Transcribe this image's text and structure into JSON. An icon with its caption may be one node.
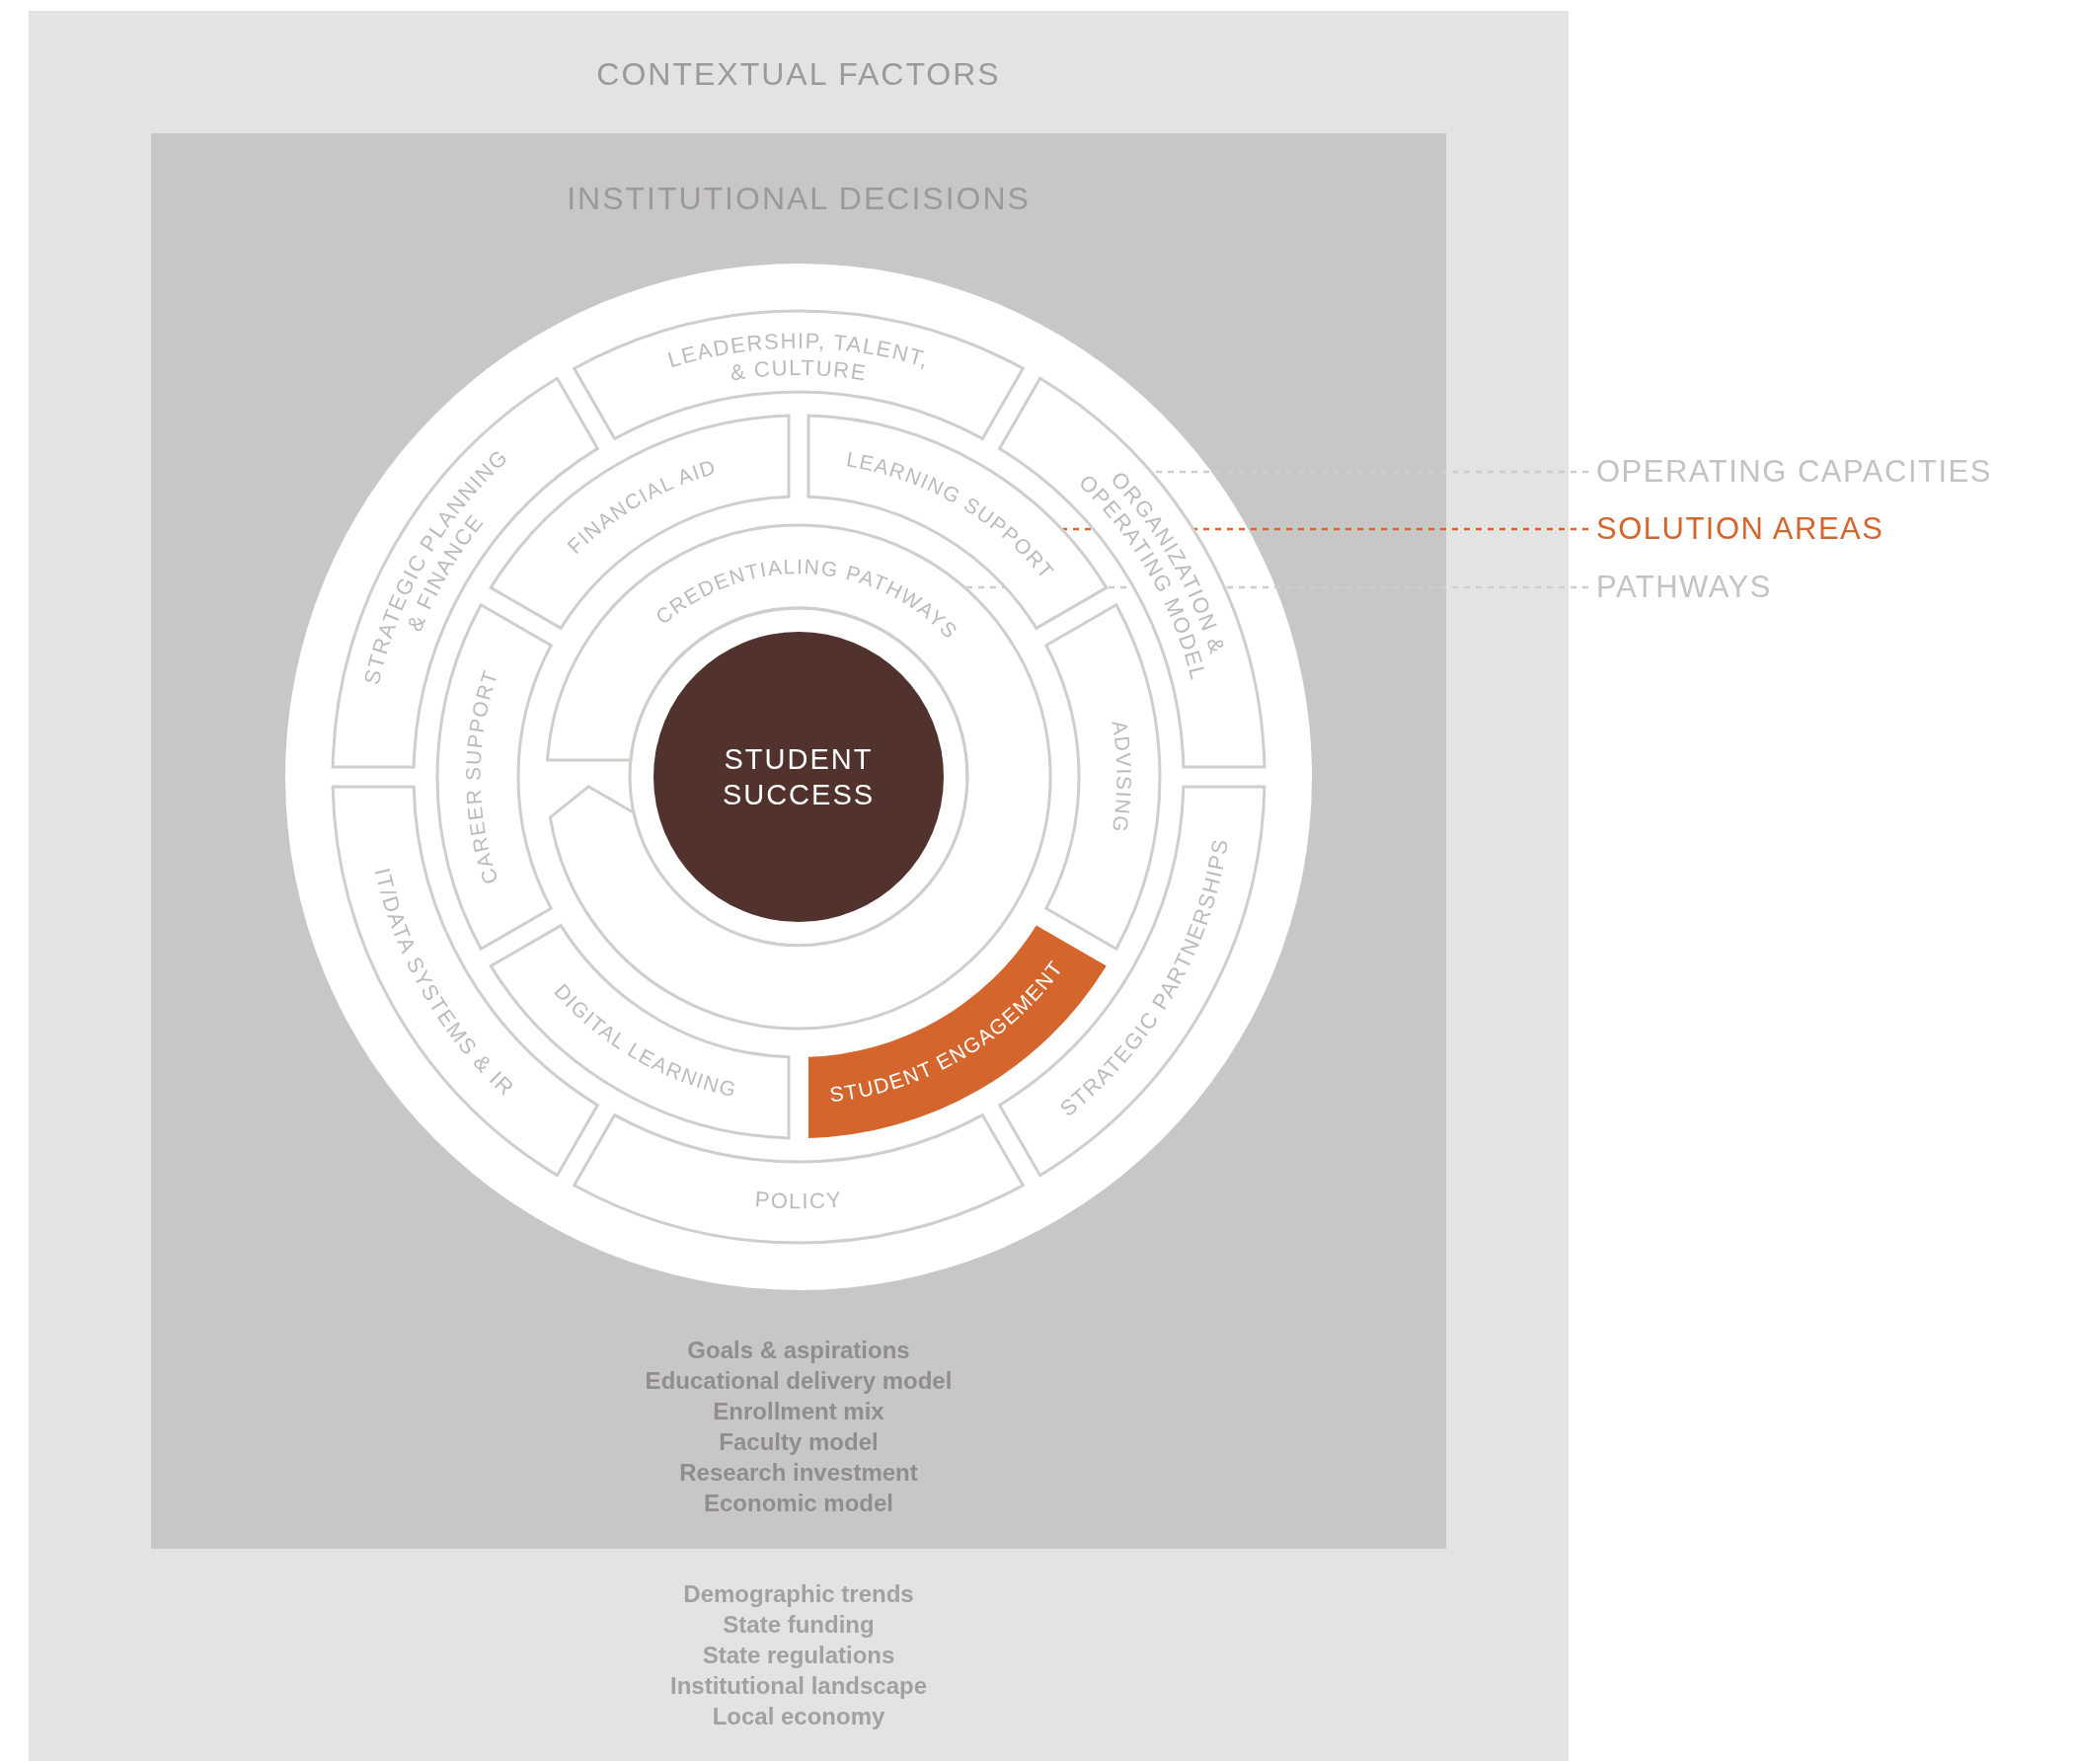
{
  "diagram": {
    "nodes": [
      {
        "text": [
          "CONTEXTUAL FACTORS"
        ]
      },
      {
        "text": [
          "INSTITUTIONAL DECISIONS"
        ],
        "in": 0
      },
      {
        "text": [
          "LEADERSHIP, TALENT, & CULTURE"
        ],
        "in": 1
      },
      {
        "text": [
          "STRATEGIC PLANNING & FINANCE"
        ],
        "in": 1
      },
      {
        "text": [
          "ORGANIZATION & OPERATING MODEL"
        ],
        "in": 1
      },
      {
        "text": [
          "FINANCIAL AID"
        ],
        "in": 1
      },
      {
        "text": [
          "LEARNING SUPPORT"
        ],
        "in": 1
      },
      {
        "text": [
          "CREDENTIALING PATHWAYS"
        ],
        "in": 1
      },
      {
        "text": [
          "CAREER SUPPORT"
        ],
        "in": 1
      },
      {
        "text": [
          "STUDENT SUCCESS"
        ],
        "in": 1
      },
      {
        "text": [
          "ADVISING"
        ],
        "in": 1
      },
      {
        "text": [
          "IT/DATA SYSTEMS & IR"
        ],
        "in": 1
      },
      {
        "text": [
          "DIGITAL LEARNING"
        ],
        "in": 1
      },
      {
        "text": [
          "STUDENT ENGAGEMENT"
        ],
        "in": 1
      },
      {
        "text": [
          "STRATEGIC PARTNERSHIPS"
        ],
        "in": 1
      },
      {
        "text": [
          "POLICY"
        ],
        "in": 1
      },
      {
        "text": [
          "OPERATING CAPACITIES"
        ]
      },
      {
        "text": [
          "SOLUTION AREAS"
        ]
      },
      {
        "text": [
          "PATHWAYS"
        ]
      }
    ],
    "edges": [
      {
        "from": 16,
        "to": 4,
        "arrow": "none",
        "style": "dashed"
      },
      {
        "from": 17,
        "to": 6,
        "arrow": "none",
        "style": "dashed",
        "color": "#d4652d"
      },
      {
        "from": 18,
        "to": 7,
        "arrow": "none",
        "style": "dashed"
      }
    ],
    "labels": [
      "Goals & aspirations",
      "Educational delivery model",
      "Enrollment mix",
      "Faculty model",
      "Research investment",
      "Economic model",
      "Demographic trends",
      "State funding",
      "State regulations",
      "Institutional landscape",
      "Local economy"
    ]
  }
}
